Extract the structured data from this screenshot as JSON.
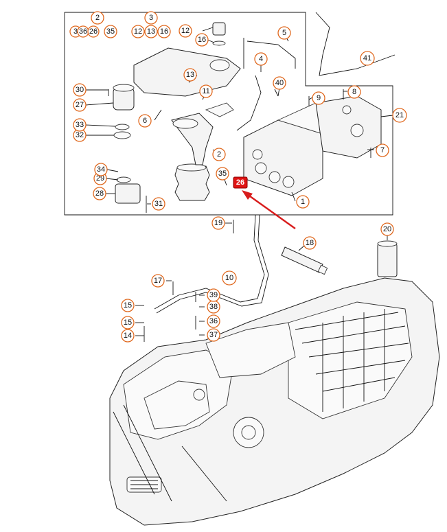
{
  "callouts": {
    "c1": "1",
    "c2": "2",
    "c2b": "2",
    "c3": "3",
    "c4": "4",
    "c5": "5",
    "c6": "6",
    "c7": "7",
    "c8": "8",
    "c9": "9",
    "c10": "10",
    "c11": "11",
    "c12": "12",
    "c12b": "12",
    "c13": "13",
    "c13b": "13",
    "c14": "14",
    "c15a": "15",
    "c15b": "15",
    "c16": "16",
    "c16b": "16",
    "c17": "17",
    "c18": "18",
    "c19": "19",
    "c20": "20",
    "c21": "21",
    "c26": "26",
    "c27": "27",
    "c28": "28",
    "c29": "29",
    "c30": "30",
    "c31": "31",
    "c32": "32",
    "c33": "33",
    "c34": "34",
    "c35": "35",
    "c35b": "35",
    "c36": "36",
    "c36b": "36",
    "c37": "37",
    "c38": "38",
    "c39": "39",
    "c40": "40",
    "c41": "41",
    "c3b": "3",
    "highlight": "26"
  },
  "colors": {
    "callout_stroke": "#e0691f",
    "highlight": "#e01414",
    "arrow": "#d81c1c"
  }
}
